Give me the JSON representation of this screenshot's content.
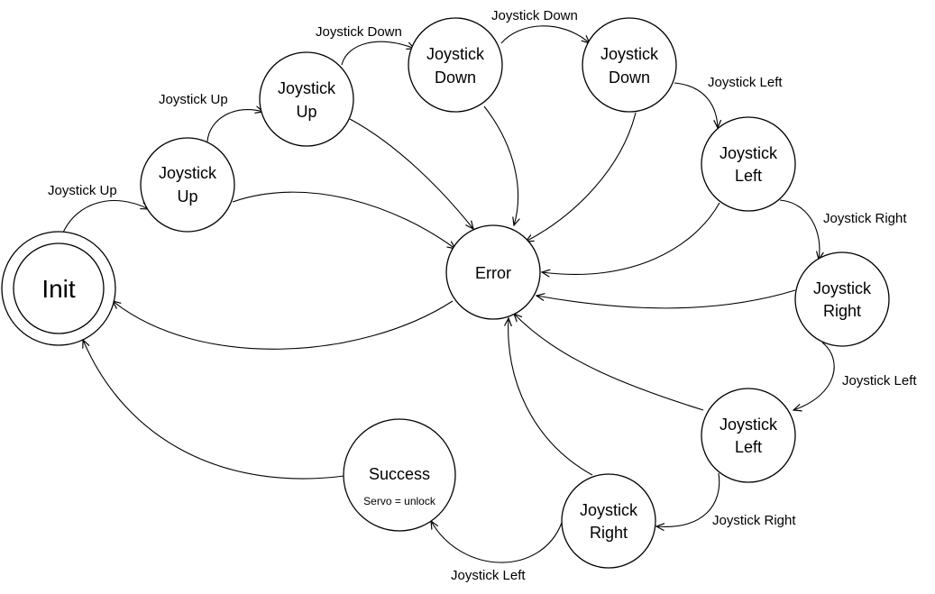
{
  "states": {
    "init": "Init",
    "up1": [
      "Joystick",
      "Up"
    ],
    "up2": [
      "Joystick",
      "Up"
    ],
    "down1": [
      "Joystick",
      "Down"
    ],
    "down2": [
      "Joystick",
      "Down"
    ],
    "left1": [
      "Joystick",
      "Left"
    ],
    "right1": [
      "Joystick",
      "Right"
    ],
    "left2": [
      "Joystick",
      "Left"
    ],
    "right2": [
      "Joystick",
      "Right"
    ],
    "error": "Error",
    "success": "Success",
    "success_action": "Servo = unlock"
  },
  "transitions": {
    "init_to_up1": "Joystick Up",
    "up1_to_up2": "Joystick Up",
    "up2_to_down1": "Joystick Down",
    "down1_to_down2": "Joystick Down",
    "down2_to_left1": "Joystick Left",
    "left1_to_right1": "Joystick Right",
    "right1_to_left2": "Joystick Left",
    "left2_to_right2": "Joystick Right",
    "right2_to_success": "Joystick Left"
  }
}
